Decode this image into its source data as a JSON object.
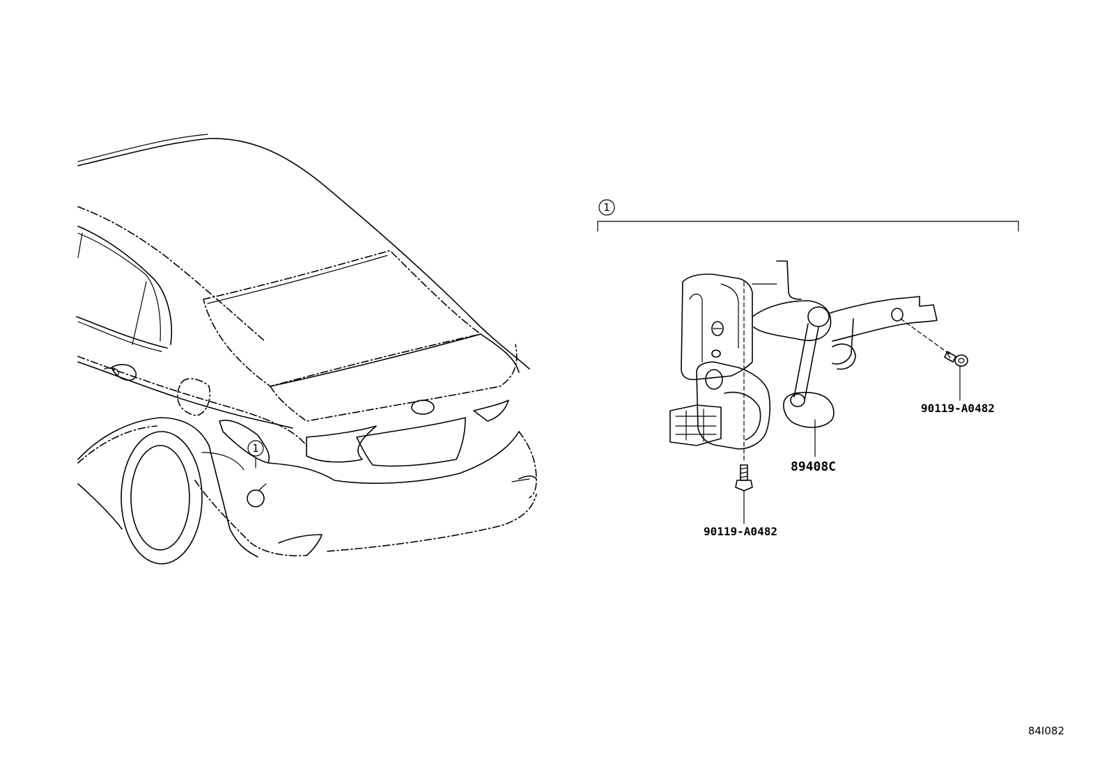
{
  "callout": {
    "number": "1"
  },
  "parts": {
    "main_part": "89408C",
    "bolt_right": "90119-A0482",
    "bolt_bottom": "90119-A0482"
  },
  "illustration_id": "84I082",
  "icons": {
    "vehicle": "car-rear-outline-icon",
    "sensor": "height-sensor-icon",
    "bolt": "bolt-icon"
  }
}
